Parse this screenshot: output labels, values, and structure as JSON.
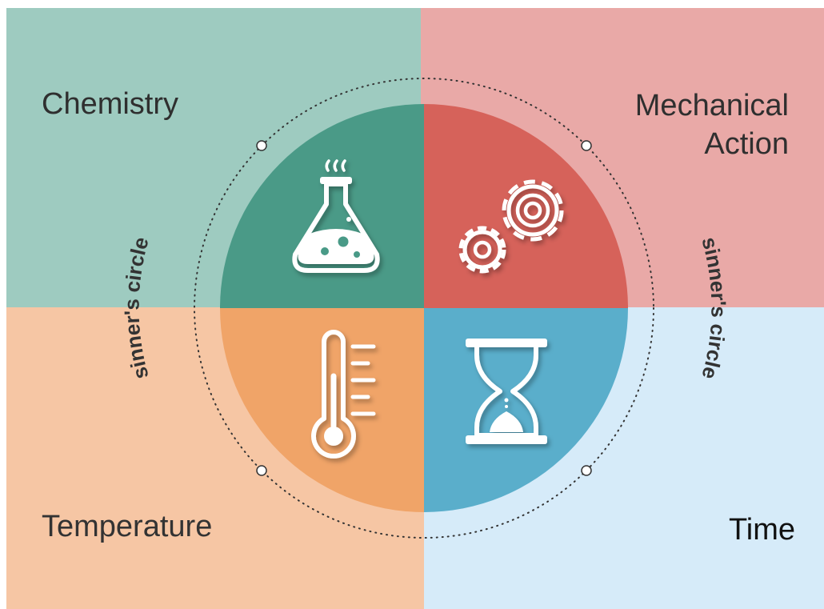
{
  "quadrants": {
    "top_left": {
      "label": "Chemistry",
      "icon": "flask-icon",
      "color": "#9ecbc0",
      "accent": "#4a9a87"
    },
    "top_right": {
      "label_line1": "Mechanical",
      "label_line2": "Action",
      "icon": "gears-icon",
      "color": "#e9a9a7",
      "accent": "#d6625a"
    },
    "bottom_left": {
      "label": "Temperature",
      "icon": "thermometer-icon",
      "color": "#f6c6a4",
      "accent": "#f0a468"
    },
    "bottom_right": {
      "label": "Time",
      "icon": "hourglass-icon",
      "color": "#d6ebf9",
      "accent": "#5aaecb"
    }
  },
  "ring_labels": {
    "left": "sinner's circle",
    "right": "sinner's circle"
  }
}
